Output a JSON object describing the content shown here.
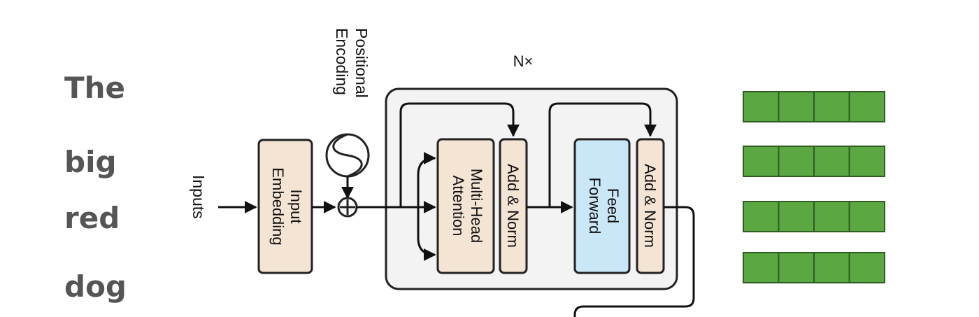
{
  "words": [
    "The",
    "big",
    "red",
    "dog"
  ],
  "labels": {
    "inputs": "Inputs",
    "input_embedding": [
      "Input",
      "Embedding"
    ],
    "positional_encoding": [
      "Positional",
      "Encoding"
    ],
    "nx": "N×",
    "multi_head_attention": [
      "Multi-Head",
      "Attention"
    ],
    "add_norm_1": "Add & Norm",
    "feed_forward": [
      "Feed",
      "Forward"
    ],
    "add_norm_2": "Add & Norm"
  },
  "output_vectors": {
    "count": 4,
    "cells_per_vector": 4
  },
  "colors": {
    "embedding_fill": "#f4e4d4",
    "feed_forward_fill": "#c9e7f6",
    "encoder_fill": "#f3f3f3",
    "vector_cell": "#5ba843",
    "word_text": "#555555"
  }
}
